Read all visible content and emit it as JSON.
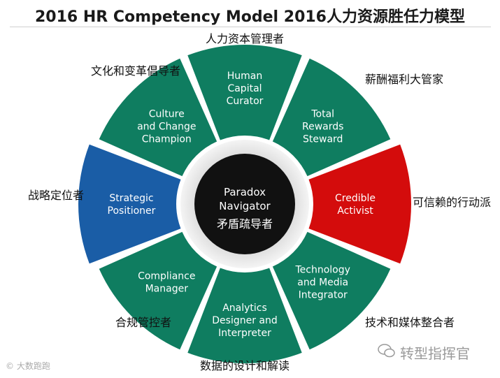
{
  "title": "2016 HR Competency Model   2016人力资源胜任力模型",
  "center": {
    "lines": [
      "Paradox",
      "Navigator"
    ],
    "cn": "矛盾疏导者"
  },
  "segments": [
    {
      "id": "human-capital-curator",
      "lines": [
        "Human",
        "Capital",
        "Curator"
      ],
      "cn": "人力资本管理者",
      "color": "#0f7d60"
    },
    {
      "id": "total-rewards-steward",
      "lines": [
        "Total",
        "Rewards",
        "Steward"
      ],
      "cn": "薪酬福利大管家",
      "color": "#0f7d60"
    },
    {
      "id": "credible-activist",
      "lines": [
        "Credible",
        "Activist"
      ],
      "cn": "可信赖的行动派",
      "color": "#d40c0c"
    },
    {
      "id": "technology-media-integrator",
      "lines": [
        "Technology",
        "and Media",
        "Integrator"
      ],
      "cn": "技术和媒体整合者",
      "color": "#0f7d60"
    },
    {
      "id": "analytics-designer-interpreter",
      "lines": [
        "Analytics",
        "Designer and",
        "Interpreter"
      ],
      "cn": "数据的设计和解读",
      "color": "#0f7d60"
    },
    {
      "id": "compliance-manager",
      "lines": [
        "Compliance",
        "Manager"
      ],
      "cn": "合规管控者",
      "color": "#0f7d60"
    },
    {
      "id": "strategic-positioner",
      "lines": [
        "Strategic",
        "Positioner"
      ],
      "cn": "战略定位者",
      "color": "#1a5da6"
    },
    {
      "id": "culture-change-champion",
      "lines": [
        "Culture",
        "and Change",
        "Champion"
      ],
      "cn": "文化和变革倡导者",
      "color": "#0f7d60"
    }
  ],
  "watermark_left": "大数跑跑",
  "watermark_right": "转型指挥官",
  "colors": {
    "center": "#111111",
    "ring_gap": "#ffffff"
  }
}
